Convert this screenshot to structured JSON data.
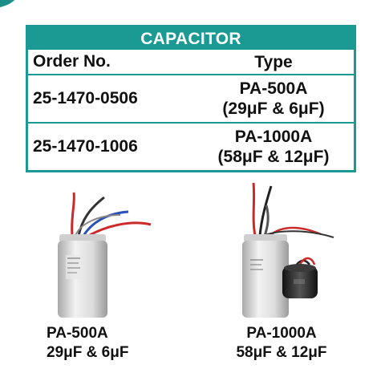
{
  "table": {
    "title": "CAPACITOR",
    "columns": {
      "order": "Order No.",
      "type": "Type"
    },
    "rows": [
      {
        "order_no": "25-1470-0506",
        "type_name": "PA-500A",
        "type_spec": "(29μF & 6μF)"
      },
      {
        "order_no": "25-1470-1006",
        "type_name": "PA-1000A",
        "type_spec": "(58μF & 12μF)"
      }
    ],
    "accent_color": "#1a9a93"
  },
  "products": [
    {
      "model": "PA-500A",
      "spec": "29μF & 6μF",
      "icon": "single-capacitor-icon"
    },
    {
      "model": "PA-1000A",
      "spec": "58μF & 12μF",
      "icon": "dual-capacitor-icon"
    }
  ]
}
